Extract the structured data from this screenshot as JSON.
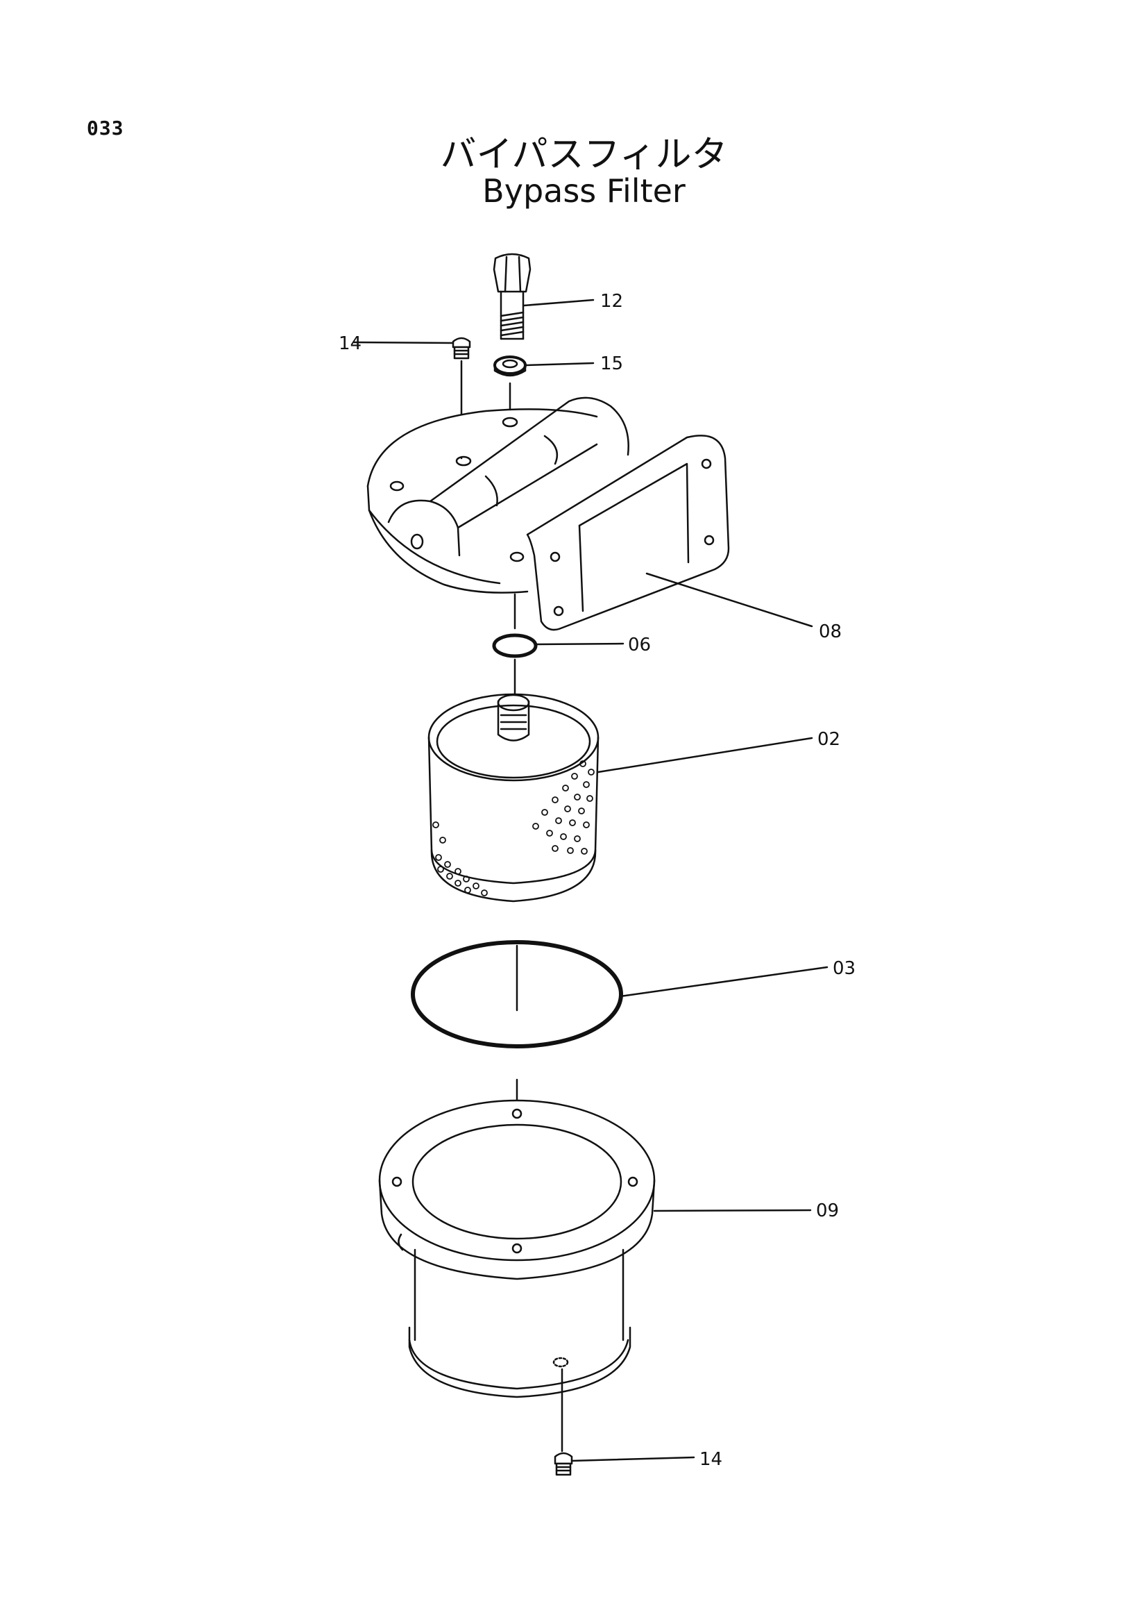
{
  "page": {
    "number": "033",
    "title_jp": "バイパスフィルタ",
    "title_en": "Bypass Filter"
  },
  "callouts": {
    "p12": "12",
    "p15": "15",
    "p14_top": "14",
    "p08": "08",
    "p06": "06",
    "p02": "02",
    "p03": "03",
    "p09": "09",
    "p14_bottom": "14"
  },
  "colors": {
    "ink": "#111111",
    "paper": "#ffffff"
  }
}
